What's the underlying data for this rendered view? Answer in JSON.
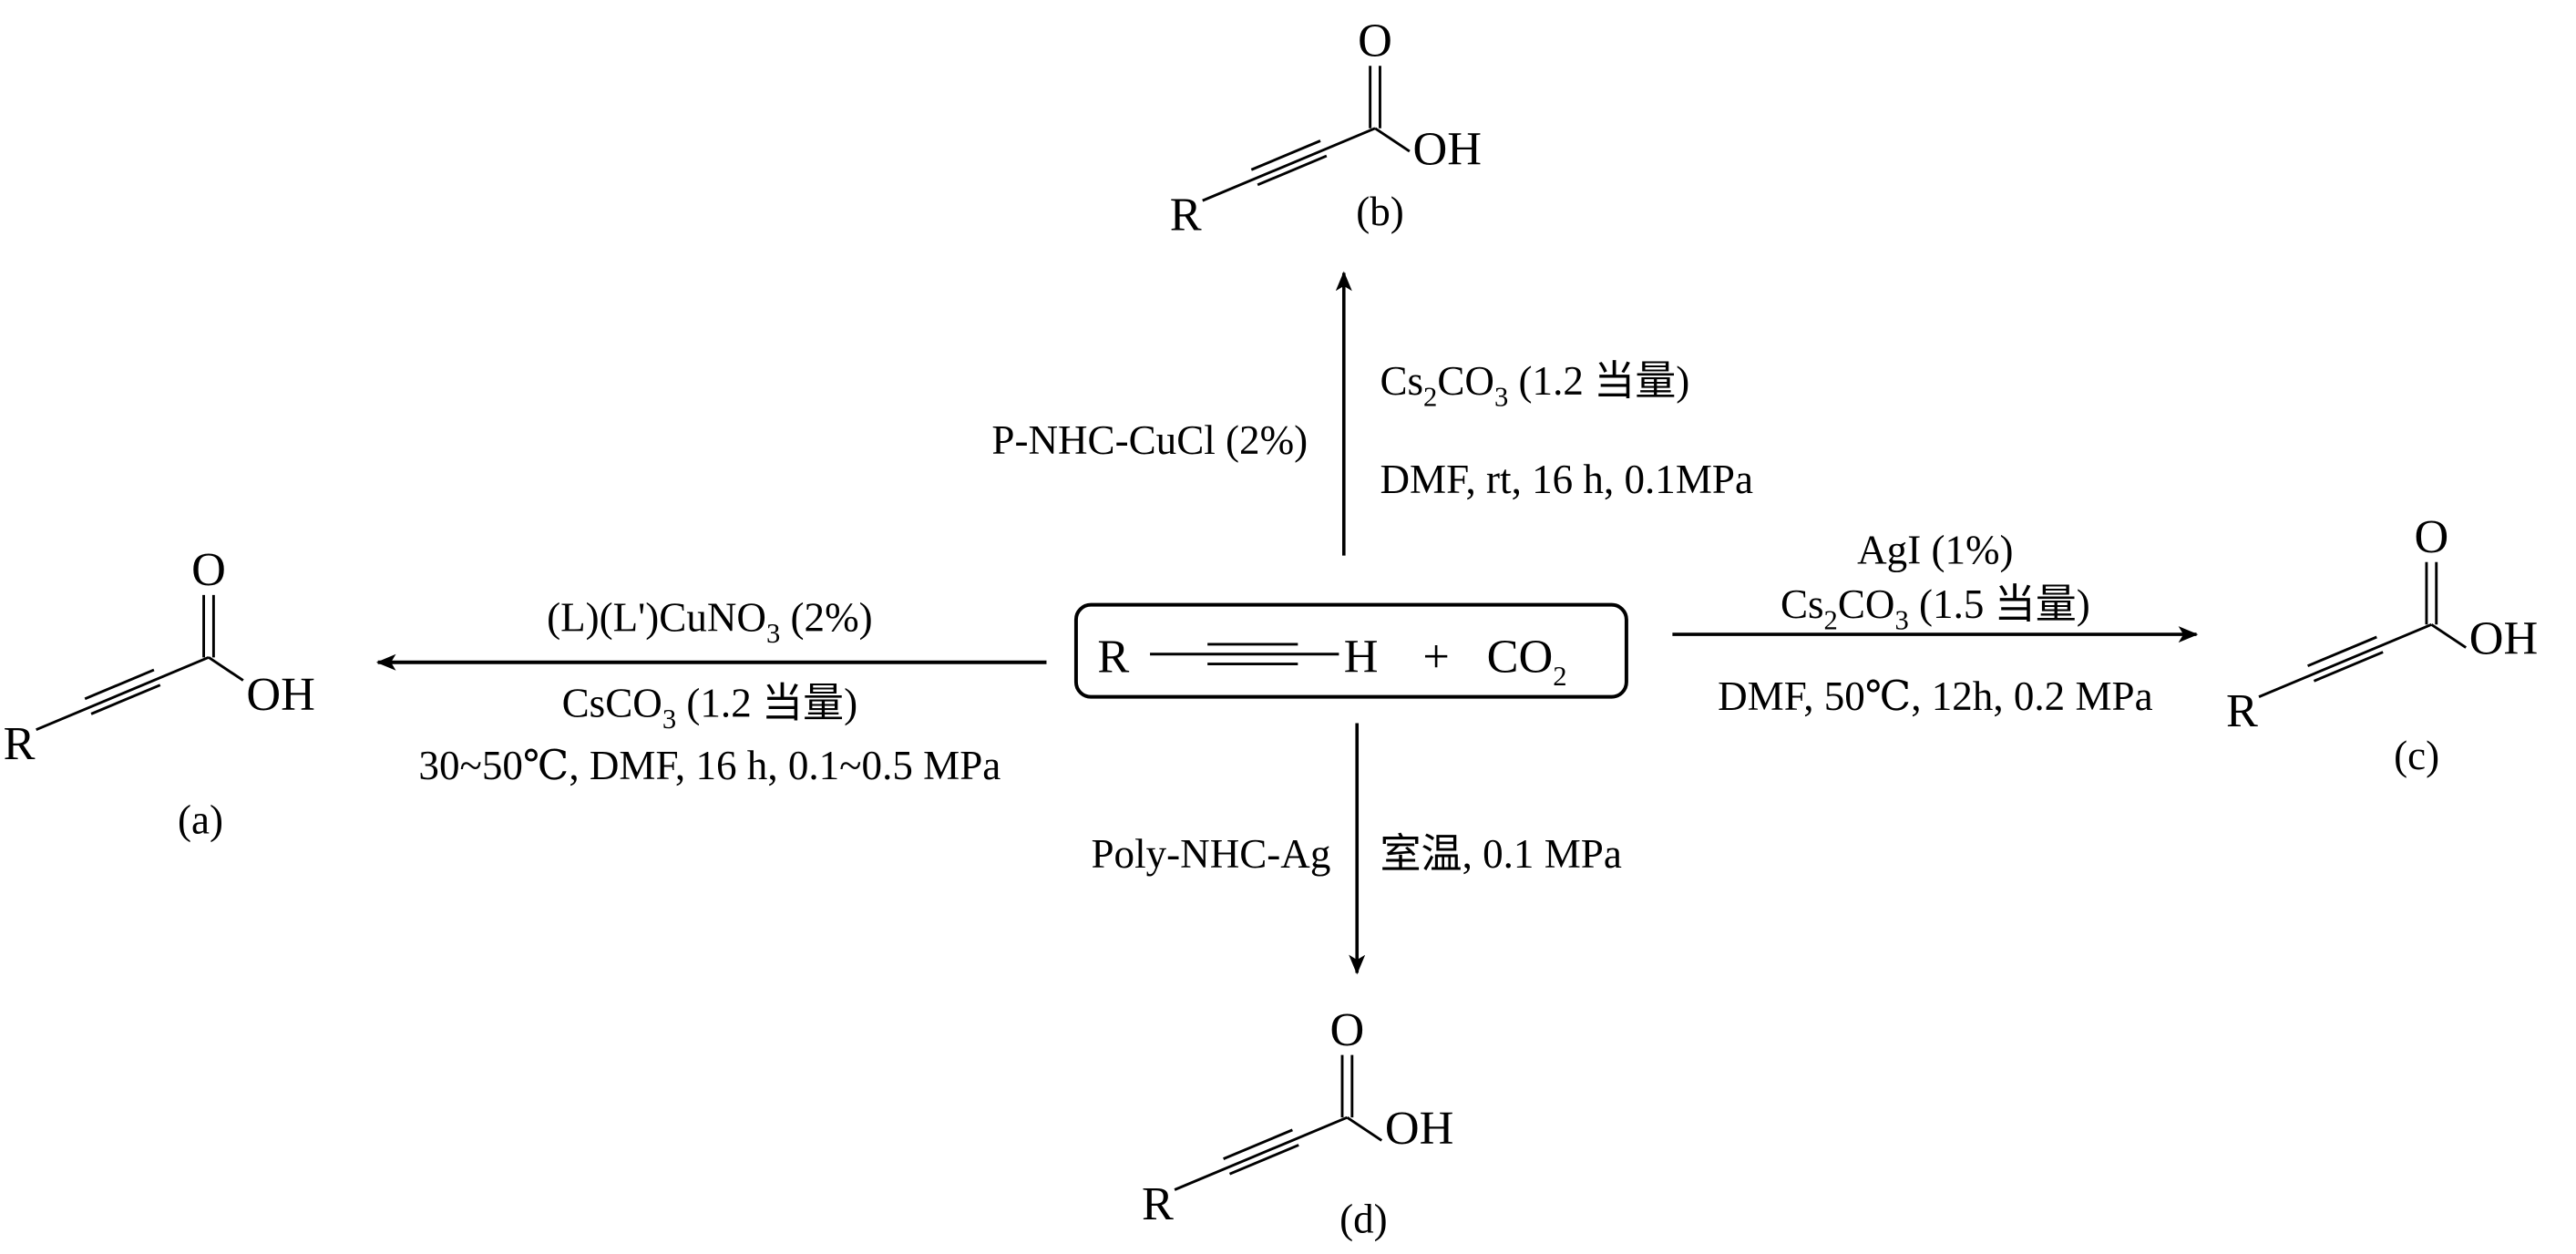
{
  "reactants": {
    "r": "R",
    "h": "H",
    "plus": "+",
    "co": "CO",
    "co_sub": "2"
  },
  "molecule_atoms": {
    "r": "R",
    "o": "O",
    "oh": "OH"
  },
  "products": {
    "a": {
      "label": "(a)"
    },
    "b": {
      "label": "(b)"
    },
    "c": {
      "label": "(c)"
    },
    "d": {
      "label": "(d)"
    }
  },
  "route_a": {
    "cond1": {
      "p1": "(L)(L')CuNO",
      "sub": "3",
      "p2": " (2%)"
    },
    "cond2": {
      "p1": "CsCO",
      "sub": "3",
      "p2": " (1.2 当量)"
    },
    "cond3": "30~50℃, DMF, 16 h, 0.1~0.5 MPa"
  },
  "route_b": {
    "catalyst": "P-NHC-CuCl (2%)",
    "cond1": {
      "p1": "Cs",
      "sub1": "2",
      "p2": "CO",
      "sub2": "3",
      "p3": " (1.2 当量)"
    },
    "cond2": "DMF, rt, 16 h, 0.1MPa"
  },
  "route_c": {
    "cond1": "AgI (1%)",
    "cond2": {
      "p1": "Cs",
      "sub1": "2",
      "p2": "CO",
      "sub2": "3",
      "p3": " (1.5 当量)"
    },
    "cond3": "DMF, 50℃, 12h, 0.2 MPa"
  },
  "route_d": {
    "catalyst": "Poly-NHC-Ag",
    "cond": "室温, 0.1 MPa"
  }
}
